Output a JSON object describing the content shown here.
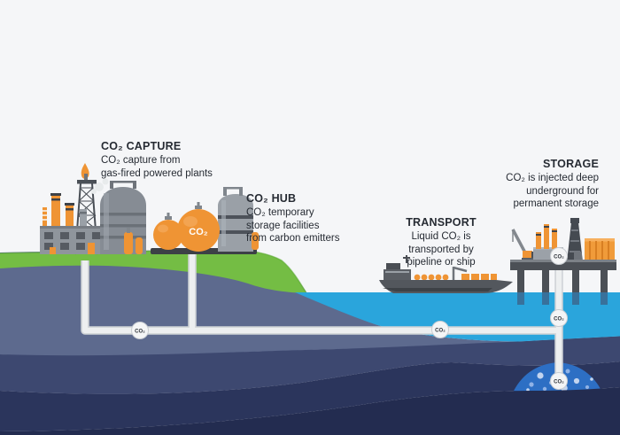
{
  "labels": {
    "capture": {
      "title": "CO₂ CAPTURE",
      "lines": [
        "CO₂ capture from",
        "gas-fired powered plants"
      ]
    },
    "hub": {
      "title": "CO₂ HUB",
      "lines": [
        "CO₂ temporary",
        "storage facilities",
        "from carbon emitters"
      ]
    },
    "transport": {
      "title": "TRANSPORT",
      "lines": [
        "Liquid CO₂ is",
        "transported by",
        "pipeline or ship"
      ]
    },
    "storage": {
      "title": "STORAGE",
      "lines": [
        "CO₂ is injected deep",
        "underground for",
        "permanent storage"
      ]
    }
  },
  "pipeline": {
    "badge_label": "CO₂"
  },
  "hub_sphere_label": "CO₂",
  "palette": {
    "background": "#f5f6f8",
    "text": "#262b33",
    "grass_green": "#74bd44",
    "grass_edge_green": "#5fae33",
    "sea_blue": "#2aa5dc",
    "ground_slate": "#5d6a8e",
    "ground_navy_medium": "#3d4870",
    "ground_navy_dark": "#2b355c",
    "ground_navy_deep": "#232c50",
    "reservoir_blue": "#2d6fc4",
    "bubble_blue": "#8fb2e6",
    "pipe_white": "#edeff0",
    "pipe_edge": "#d0d4d7",
    "industry_orange": "#ef9434",
    "industry_gray": "#8f959c",
    "industry_dark_gray": "#4a4f56"
  }
}
